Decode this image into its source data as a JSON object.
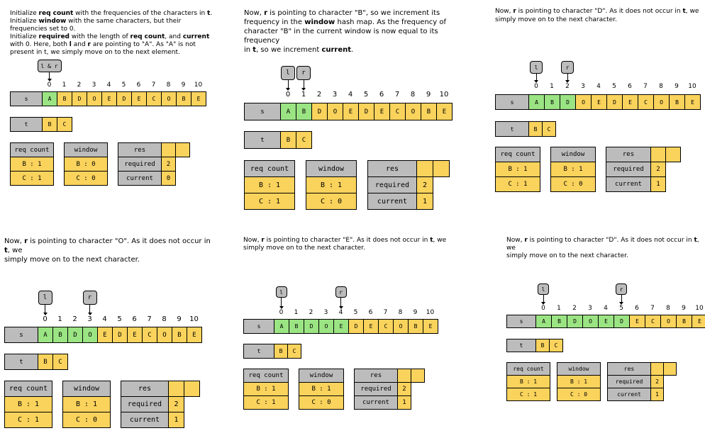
{
  "indices": [
    "0",
    "1",
    "2",
    "3",
    "4",
    "5",
    "6",
    "7",
    "8",
    "9",
    "10"
  ],
  "s_label": "s",
  "t_label": "t",
  "t_chars": [
    "B",
    "C"
  ],
  "s_chars": [
    "A",
    "B",
    "D",
    "O",
    "E",
    "D",
    "E",
    "C",
    "O",
    "B",
    "E"
  ],
  "req_header": "req count",
  "window_header": "window",
  "res_header": "res",
  "required_label": "required",
  "current_label": "current",
  "colors": {
    "gray": "#bcbcbc",
    "yellow": "#fad35c",
    "green": "#9be483"
  },
  "panels": [
    {
      "desc_html": "Initialize <b>req count</b> with the frequencies of the characters in <b>t</b>.<br>Initialize <b>window</b> with the same characters, but their<br>frequencies set to 0.<br>Initialize <b>required</b> with the length of <b>req count</b>, and <b>current</b><br>with 0. Here, both <b>l</b> and <b>r</b> are pointing to \"A\". As \"A\" is not<br>present in t, we simply move on to the next element.",
      "pointers": [
        {
          "label": "l & r",
          "index": 0
        }
      ],
      "window_span": [
        0,
        0
      ],
      "req": [
        "B : 1",
        "C : 1"
      ],
      "window": [
        "B : 0",
        "C : 0"
      ],
      "required": "2",
      "current": "0"
    },
    {
      "desc_html": "Now, <b>r</b> is pointing to character \"B\", so we increment its<br>frequency in the <b>window</b> hash map. As the frequency of<br>character \"B\" in the current window is now equal to its frequency<br>in <b>t</b>, so we increment <b>current</b>.",
      "pointers": [
        {
          "label": "l",
          "index": 0
        },
        {
          "label": "r",
          "index": 1
        }
      ],
      "window_span": [
        0,
        1
      ],
      "req": [
        "B : 1",
        "C : 1"
      ],
      "window": [
        "B : 1",
        "C : 0"
      ],
      "required": "2",
      "current": "1"
    },
    {
      "desc_html": "Now, <b>r</b> is pointing to character \"D\". As it does not occur in <b>t</b>, we<br>simply move on to the next character.",
      "pointers": [
        {
          "label": "l",
          "index": 0
        },
        {
          "label": "r",
          "index": 2
        }
      ],
      "window_span": [
        0,
        2
      ],
      "req": [
        "B : 1",
        "C : 1"
      ],
      "window": [
        "B : 1",
        "C : 0"
      ],
      "required": "2",
      "current": "1"
    },
    {
      "desc_html": "Now, <b>r</b> is pointing to character \"O\". As it does not occur in <b>t</b>, we<br>simply move on to the next character.",
      "pointers": [
        {
          "label": "l",
          "index": 0
        },
        {
          "label": "r",
          "index": 3
        }
      ],
      "window_span": [
        0,
        3
      ],
      "req": [
        "B : 1",
        "C : 1"
      ],
      "window": [
        "B : 1",
        "C : 0"
      ],
      "required": "2",
      "current": "1"
    },
    {
      "desc_html": "Now, <b>r</b> is pointing to character \"E\". As it does not occur in <b>t</b>, we<br>simply move on to the next character.",
      "pointers": [
        {
          "label": "l",
          "index": 0
        },
        {
          "label": "r",
          "index": 4
        }
      ],
      "window_span": [
        0,
        4
      ],
      "req": [
        "B : 1",
        "C : 1"
      ],
      "window": [
        "B : 1",
        "C : 0"
      ],
      "required": "2",
      "current": "1"
    },
    {
      "desc_html": "Now, <b>r</b> is pointing to character \"D\". As it does not occur in <b>t</b>, we<br>simply move on to the next character.",
      "pointers": [
        {
          "label": "l",
          "index": 0
        },
        {
          "label": "r",
          "index": 5
        }
      ],
      "window_span": [
        0,
        5
      ],
      "req": [
        "B : 1",
        "C : 1"
      ],
      "window": [
        "B : 1",
        "C : 0"
      ],
      "required": "2",
      "current": "1"
    }
  ]
}
